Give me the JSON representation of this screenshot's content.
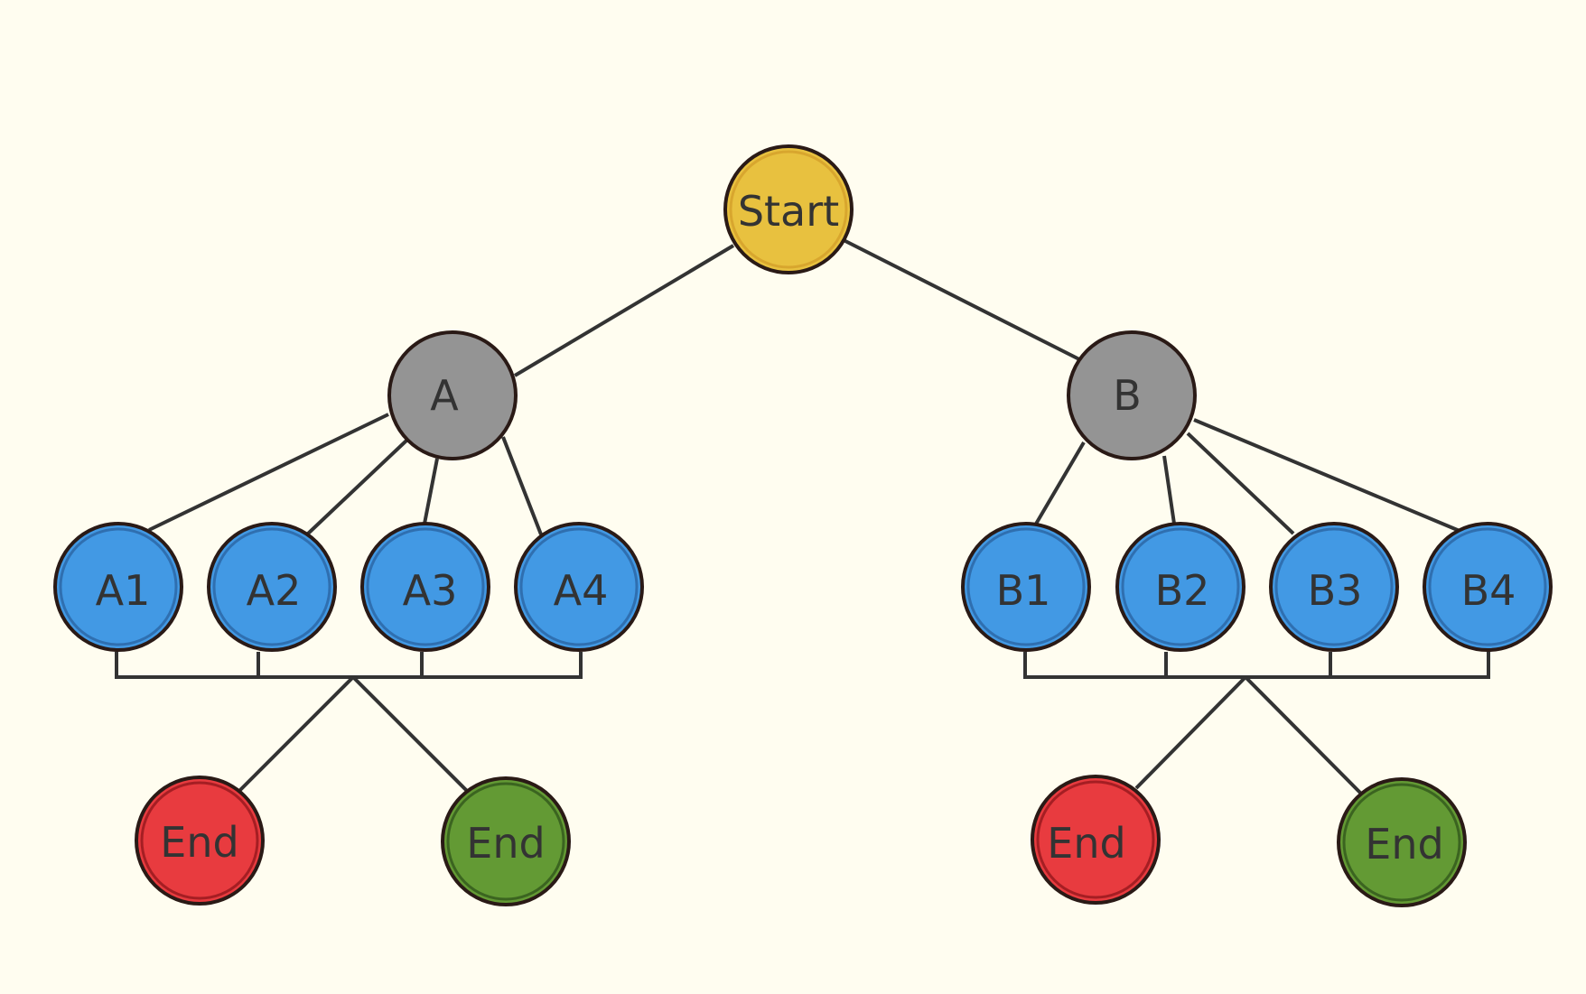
{
  "diagram": {
    "background": "#FFFDF0",
    "colors": {
      "start": "#E8C13F",
      "branch": "#949494",
      "leaf": "#4299E4",
      "end_fail": "#E83B3F",
      "end_ok": "#639A34"
    },
    "nodes": {
      "start": "Start",
      "a": "A",
      "b": "B",
      "a1": "A1",
      "a2": "A2",
      "a3": "A3",
      "a4": "A4",
      "b1": "B1",
      "b2": "B2",
      "b3": "B3",
      "b4": "B4",
      "a_end_red": "End",
      "a_end_green": "End",
      "b_end_red": "End",
      "b_end_green": "End"
    }
  }
}
